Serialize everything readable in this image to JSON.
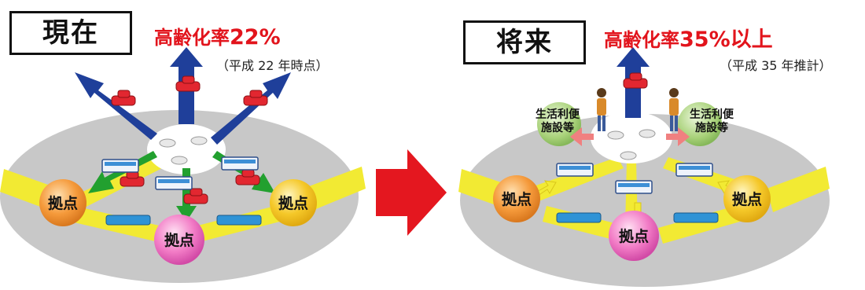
{
  "now": {
    "title": "現在",
    "aging_label": "高齢化率",
    "aging_value": "22%",
    "note": "（平成 22 年時点）",
    "hubs": [
      "拠点",
      "拠点",
      "拠点"
    ]
  },
  "future": {
    "title": "将来",
    "aging_label": "高齢化率",
    "aging_value": "35%以上",
    "note": "（平成 35 年推計）",
    "hubs": [
      "拠点",
      "拠点",
      "拠点"
    ],
    "facility_left": [
      "生活利便",
      "施設等"
    ],
    "facility_right": [
      "生活利便",
      "施設等"
    ]
  },
  "colors": {
    "ellipse": "#c8c8c8",
    "road": "#f2ea33",
    "car_arrow": "#1f3f9a",
    "bus_arrow": "#22a02f",
    "walk_arrow": "#f08080",
    "transition_arrow": "#e4171f",
    "hub_orange": "#f39a3a",
    "hub_pink": "#f078c0",
    "hub_yellow": "#f3c21f",
    "facility": "#a9d27a"
  }
}
